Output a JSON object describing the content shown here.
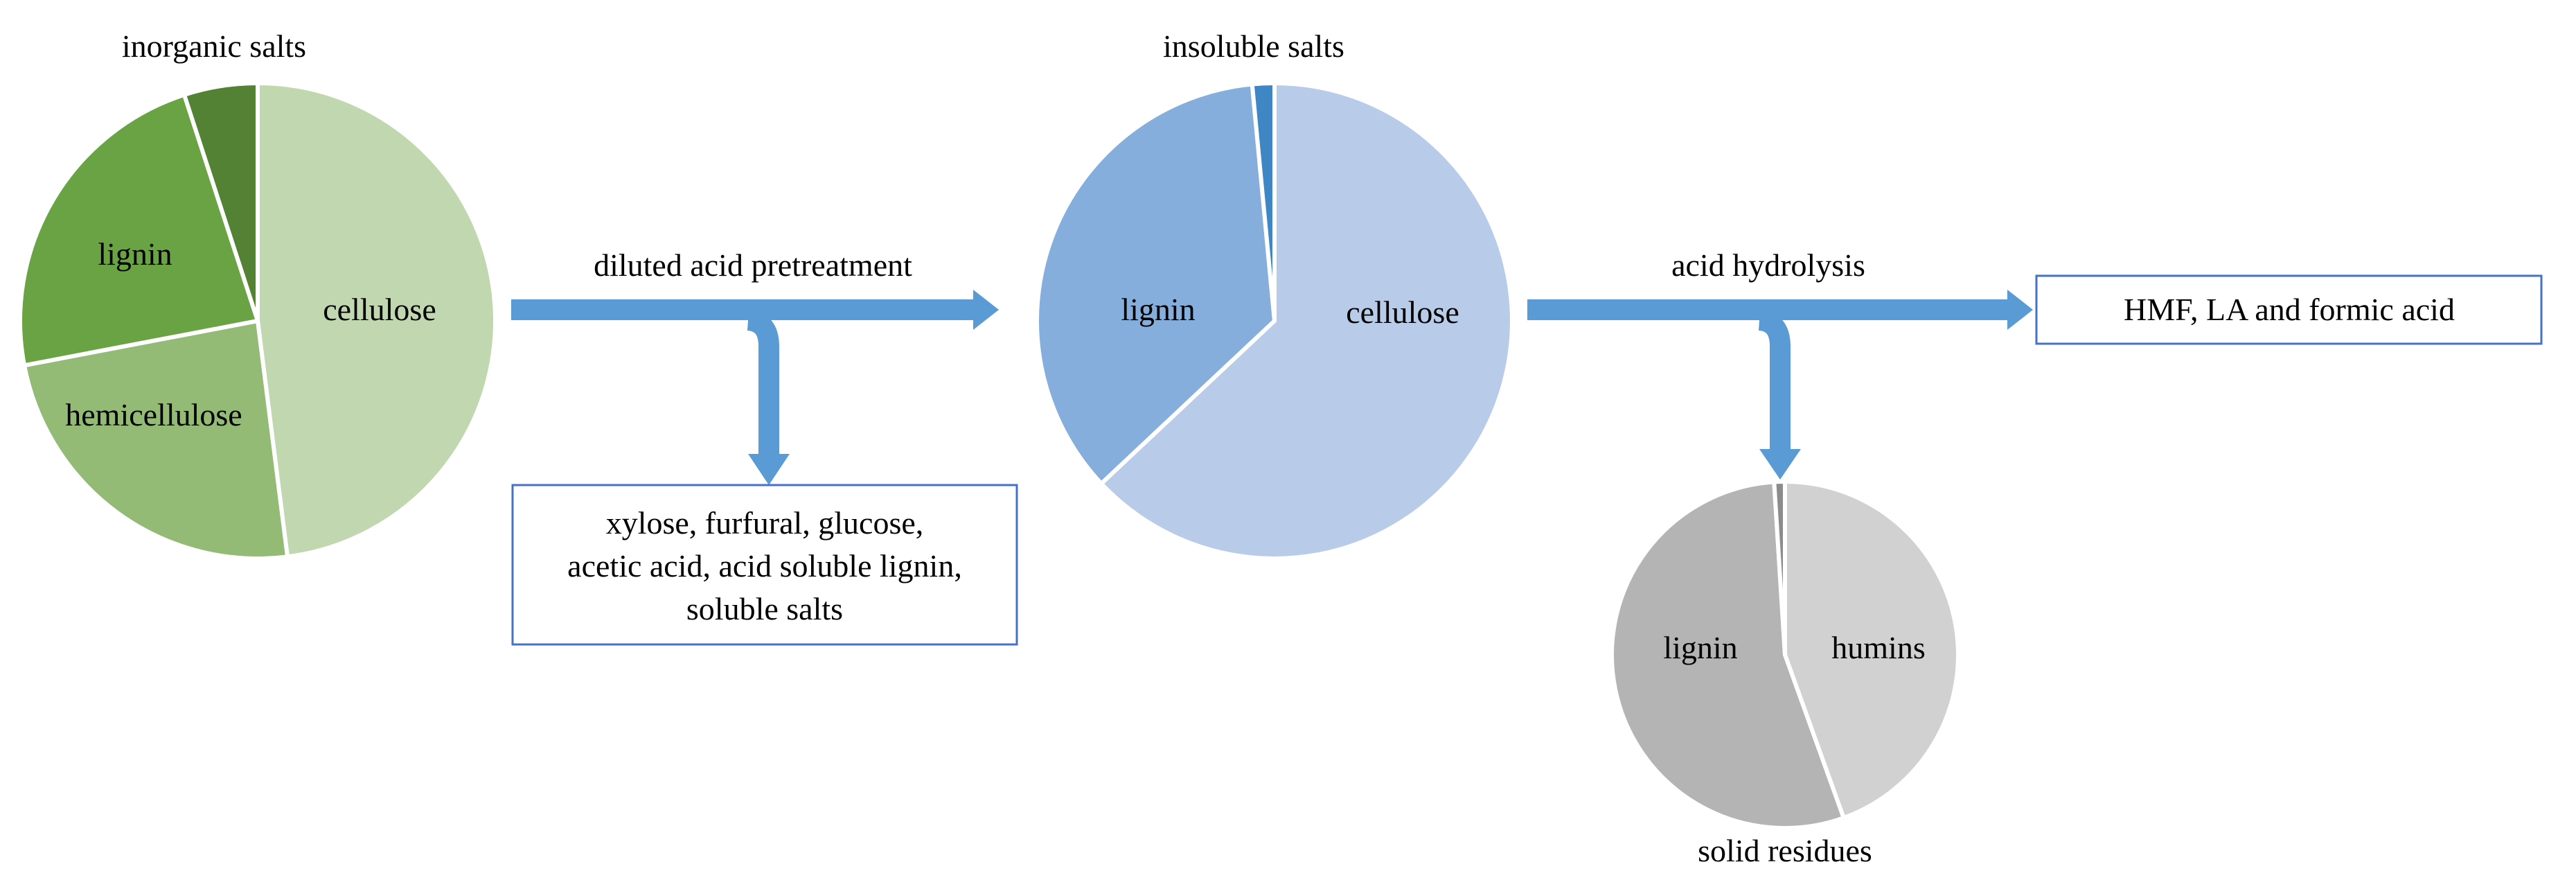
{
  "colors": {
    "arrow": "#5b9bd5",
    "box_border": "#4472c4",
    "slice_stroke": "#ffffff"
  },
  "pies": [
    {
      "id": "raw-biomass",
      "slices": [
        {
          "label": "cellulose",
          "value": 48,
          "color": "#c0d7b0",
          "shown": true
        },
        {
          "label": "hemicellulose",
          "value": 24,
          "color": "#93bb76",
          "shown": true
        },
        {
          "label": "lignin",
          "value": 23,
          "color": "#6aa343",
          "shown": true
        },
        {
          "label": "inorganic salts",
          "value": 5,
          "color": "#548235",
          "shown": false
        }
      ],
      "external_label": "inorganic salts"
    },
    {
      "id": "pretreated-solid",
      "slices": [
        {
          "label": "cellulose",
          "value": 63,
          "color": "#b8cce9",
          "shown": true
        },
        {
          "label": "lignin",
          "value": 35.5,
          "color": "#85aedd",
          "shown": true
        },
        {
          "label": "insoluble salts",
          "value": 1.5,
          "color": "#3f86c5",
          "shown": false
        }
      ],
      "external_label": "insoluble salts"
    },
    {
      "id": "solid-residues",
      "slices": [
        {
          "label": "humins",
          "value": 44.5,
          "color": "#d1d1d1",
          "shown": true
        },
        {
          "label": "lignin",
          "value": 54.5,
          "color": "#b4b4b4",
          "shown": true
        },
        {
          "label": "",
          "value": 1,
          "color": "#8c8c8c",
          "shown": false
        }
      ],
      "external_label": "solid residues"
    }
  ],
  "steps": [
    {
      "label": "diluted acid pretreatment"
    },
    {
      "label": "acid hydrolysis"
    }
  ],
  "boxes": {
    "pretreatment_products": [
      "xylose, furfural, glucose,",
      "acetic acid, acid soluble lignin,",
      "soluble salts"
    ],
    "hydrolysis_products": [
      "HMF, LA and formic acid"
    ]
  }
}
